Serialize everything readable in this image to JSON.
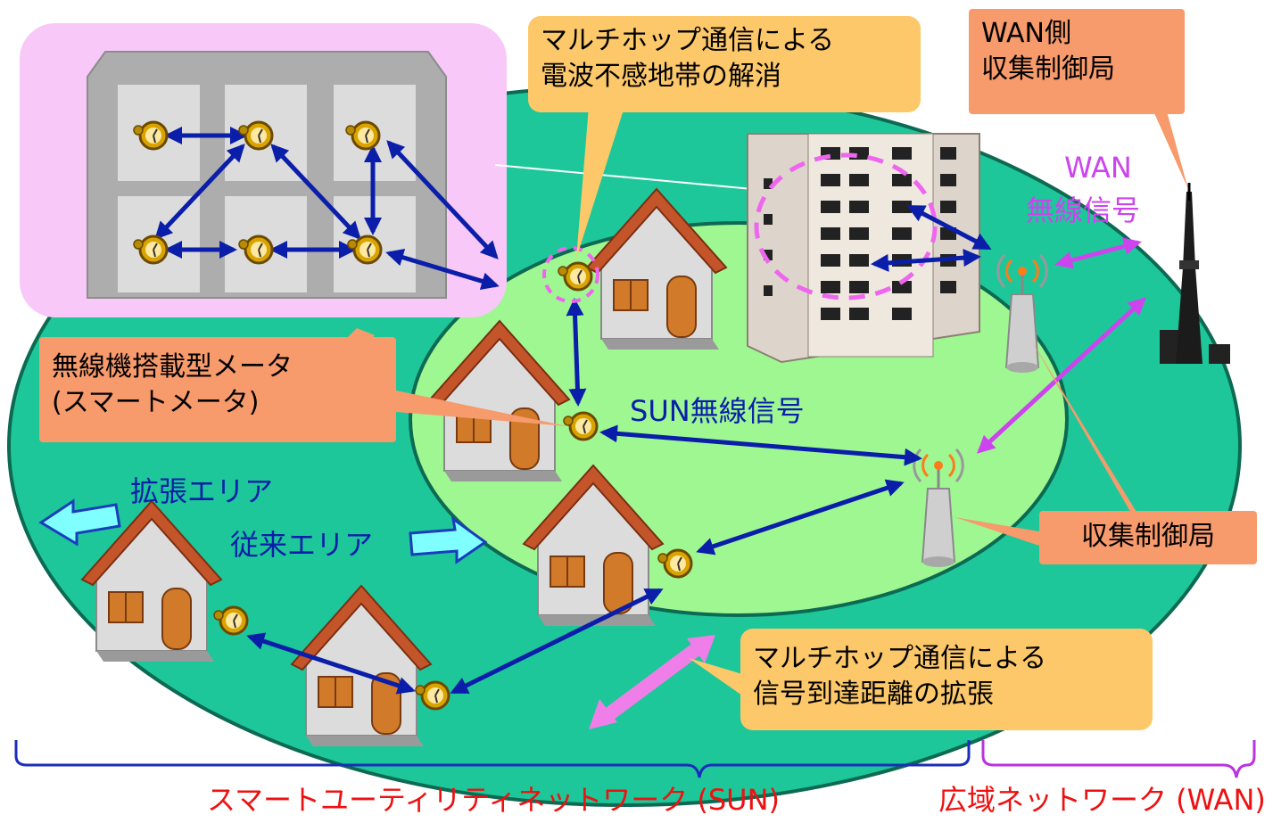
{
  "callouts": {
    "multihop_deadzone": [
      "マルチホップ通信による",
      "電波不感地帯の解消"
    ],
    "wan_station": [
      "WAN側",
      "収集制御局"
    ],
    "smart_meter": [
      "無線機搭載型メータ",
      "(スマートメータ)"
    ],
    "collection_station": "収集制御局",
    "multihop_range": [
      "マルチホップ通信による",
      "信号到達距離の拡張"
    ]
  },
  "labels": {
    "wan_signal": [
      "WAN",
      "無線信号"
    ],
    "sun_signal": "SUN無線信号",
    "expanded_area": "拡張エリア",
    "conventional_area": "従来エリア"
  },
  "footer": {
    "sun": "スマートユーティリティネットワーク (SUN)",
    "wan": "広域ネットワーク (WAN)"
  },
  "colors": {
    "outer_area": "#1ec79a",
    "inner_area": "#9ff792",
    "link_arrow": "#0a1eaa",
    "wan_arrow": "#cc44ee",
    "label_blue": "#0a1eaa",
    "label_purple": "#cc44ee",
    "label_red": "#ee1111",
    "brace_blue": "#1a2ebb",
    "brace_purple": "#bb33dd"
  }
}
